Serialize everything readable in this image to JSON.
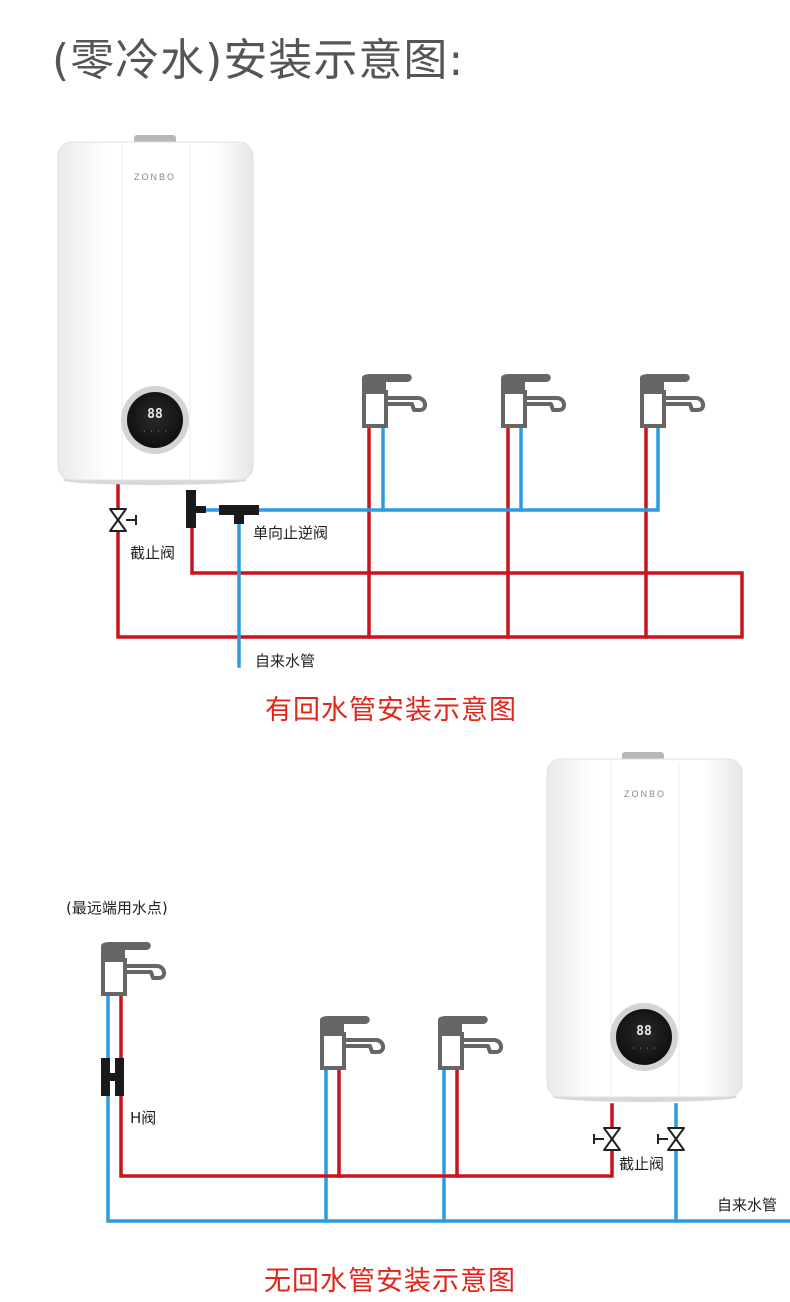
{
  "page": {
    "title": "(零冷水)安装示意图:"
  },
  "colors": {
    "hot_pipe": "#c8141c",
    "cold_pipe": "#2c9be0",
    "faucet": "#666666",
    "heater_body": "#ffffff",
    "valve": "#222222",
    "caption": "#e1251b"
  },
  "heater": {
    "brand": "ZONBO",
    "display_digits": "88"
  },
  "diagram_with_return": {
    "caption": "有回水管安装示意图",
    "labels": {
      "stop_valve": "截止阀",
      "check_valve": "单向止逆阀",
      "tap_water_pipe": "自来水管"
    }
  },
  "diagram_without_return": {
    "caption": "无回水管安装示意图",
    "labels": {
      "farthest_point": "(最远端用水点)",
      "h_valve": "H阀",
      "stop_valve": "截止阀",
      "tap_water_pipe": "自来水管"
    }
  }
}
